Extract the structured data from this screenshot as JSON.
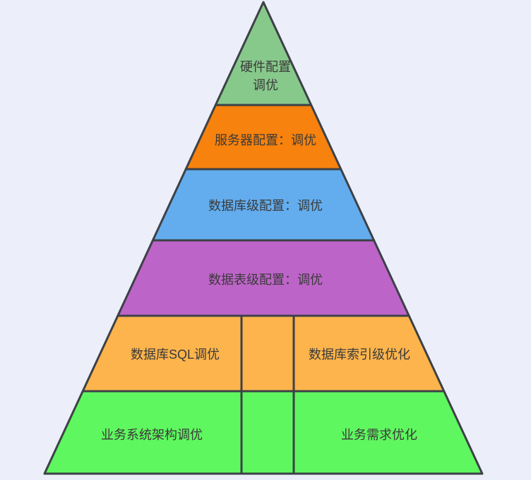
{
  "diagram": {
    "background_color": "#ECEFF9",
    "stroke_color": "#3D4147",
    "text_color": "#3A3A3A",
    "levels": [
      {
        "lines": [
          "硬件配置",
          "调优"
        ],
        "color": "#87C98B"
      },
      {
        "label": "服务器配置：调优",
        "color": "#F7820D"
      },
      {
        "label": "数据库级配置：调优",
        "color": "#63ADEE"
      },
      {
        "label": "数据表级配置：调优",
        "color": "#BD64C8"
      },
      {
        "left_label": "数据库SQL调优",
        "right_label": "数据库索引级优化",
        "color": "#FDB44C"
      },
      {
        "left_label": "业务系统架构调优",
        "right_label": "业务需求优化",
        "color": "#5FF75F"
      }
    ]
  }
}
